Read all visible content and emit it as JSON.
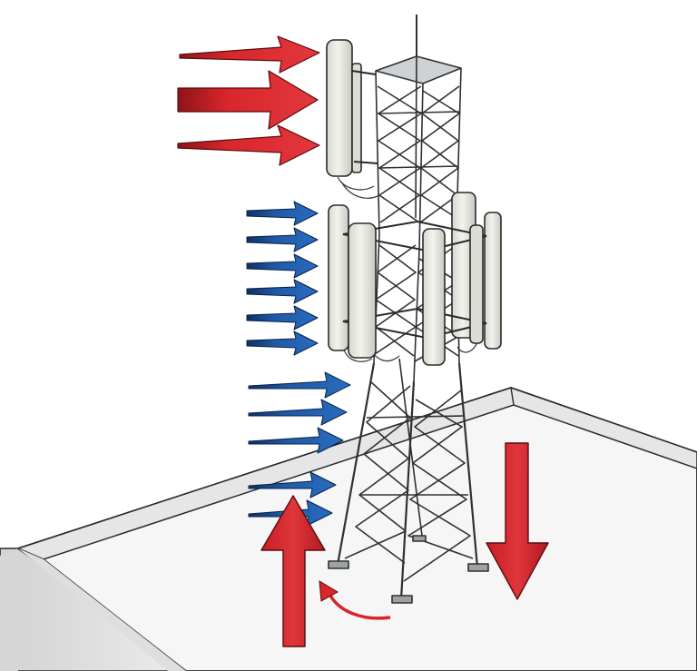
{
  "diagram": {
    "subject": "lattice-telecom-tower-on-rooftop",
    "colors": {
      "background": "#ffffff",
      "roof_top": "#f4f4f4",
      "roof_side": "#dedede",
      "roof_parapet": "#e9e9e9",
      "outline": "#2a2a2a",
      "steel": "#b9bcbe",
      "steel_dark": "#6e7275",
      "antenna_panel": "#ececE6",
      "antenna_shadow": "#cfcfc6",
      "wind_red": "#d8262c",
      "wind_red_dark": "#8e1418",
      "wind_blue": "#1f5aa6",
      "wind_blue_dark": "#0f2f62"
    },
    "arrow_groups": [
      {
        "name": "upper-wind-load-arrows",
        "color": "red",
        "direction": "right",
        "count": 3
      },
      {
        "name": "middle-wind-load-arrows",
        "color": "blue",
        "direction": "right",
        "count": 6
      },
      {
        "name": "lower-wind-load-arrows",
        "color": "blue",
        "direction": "right",
        "count": 5
      },
      {
        "name": "uplift-arrow",
        "color": "red",
        "direction": "up",
        "count": 1
      },
      {
        "name": "compression-arrow",
        "color": "red",
        "direction": "down",
        "count": 1
      },
      {
        "name": "overturning-moment-arrow",
        "color": "red",
        "direction": "counter-clockwise",
        "count": 1
      }
    ],
    "antenna_sectors": [
      {
        "name": "upper-antenna-sector",
        "panels": 2
      },
      {
        "name": "lower-antenna-sector",
        "panels": 6
      }
    ],
    "structure_parts": [
      "lattice-mast",
      "lightning-rod",
      "splayed-leg-base",
      "base-plates",
      "roof-slab",
      "parapet-wall"
    ]
  }
}
